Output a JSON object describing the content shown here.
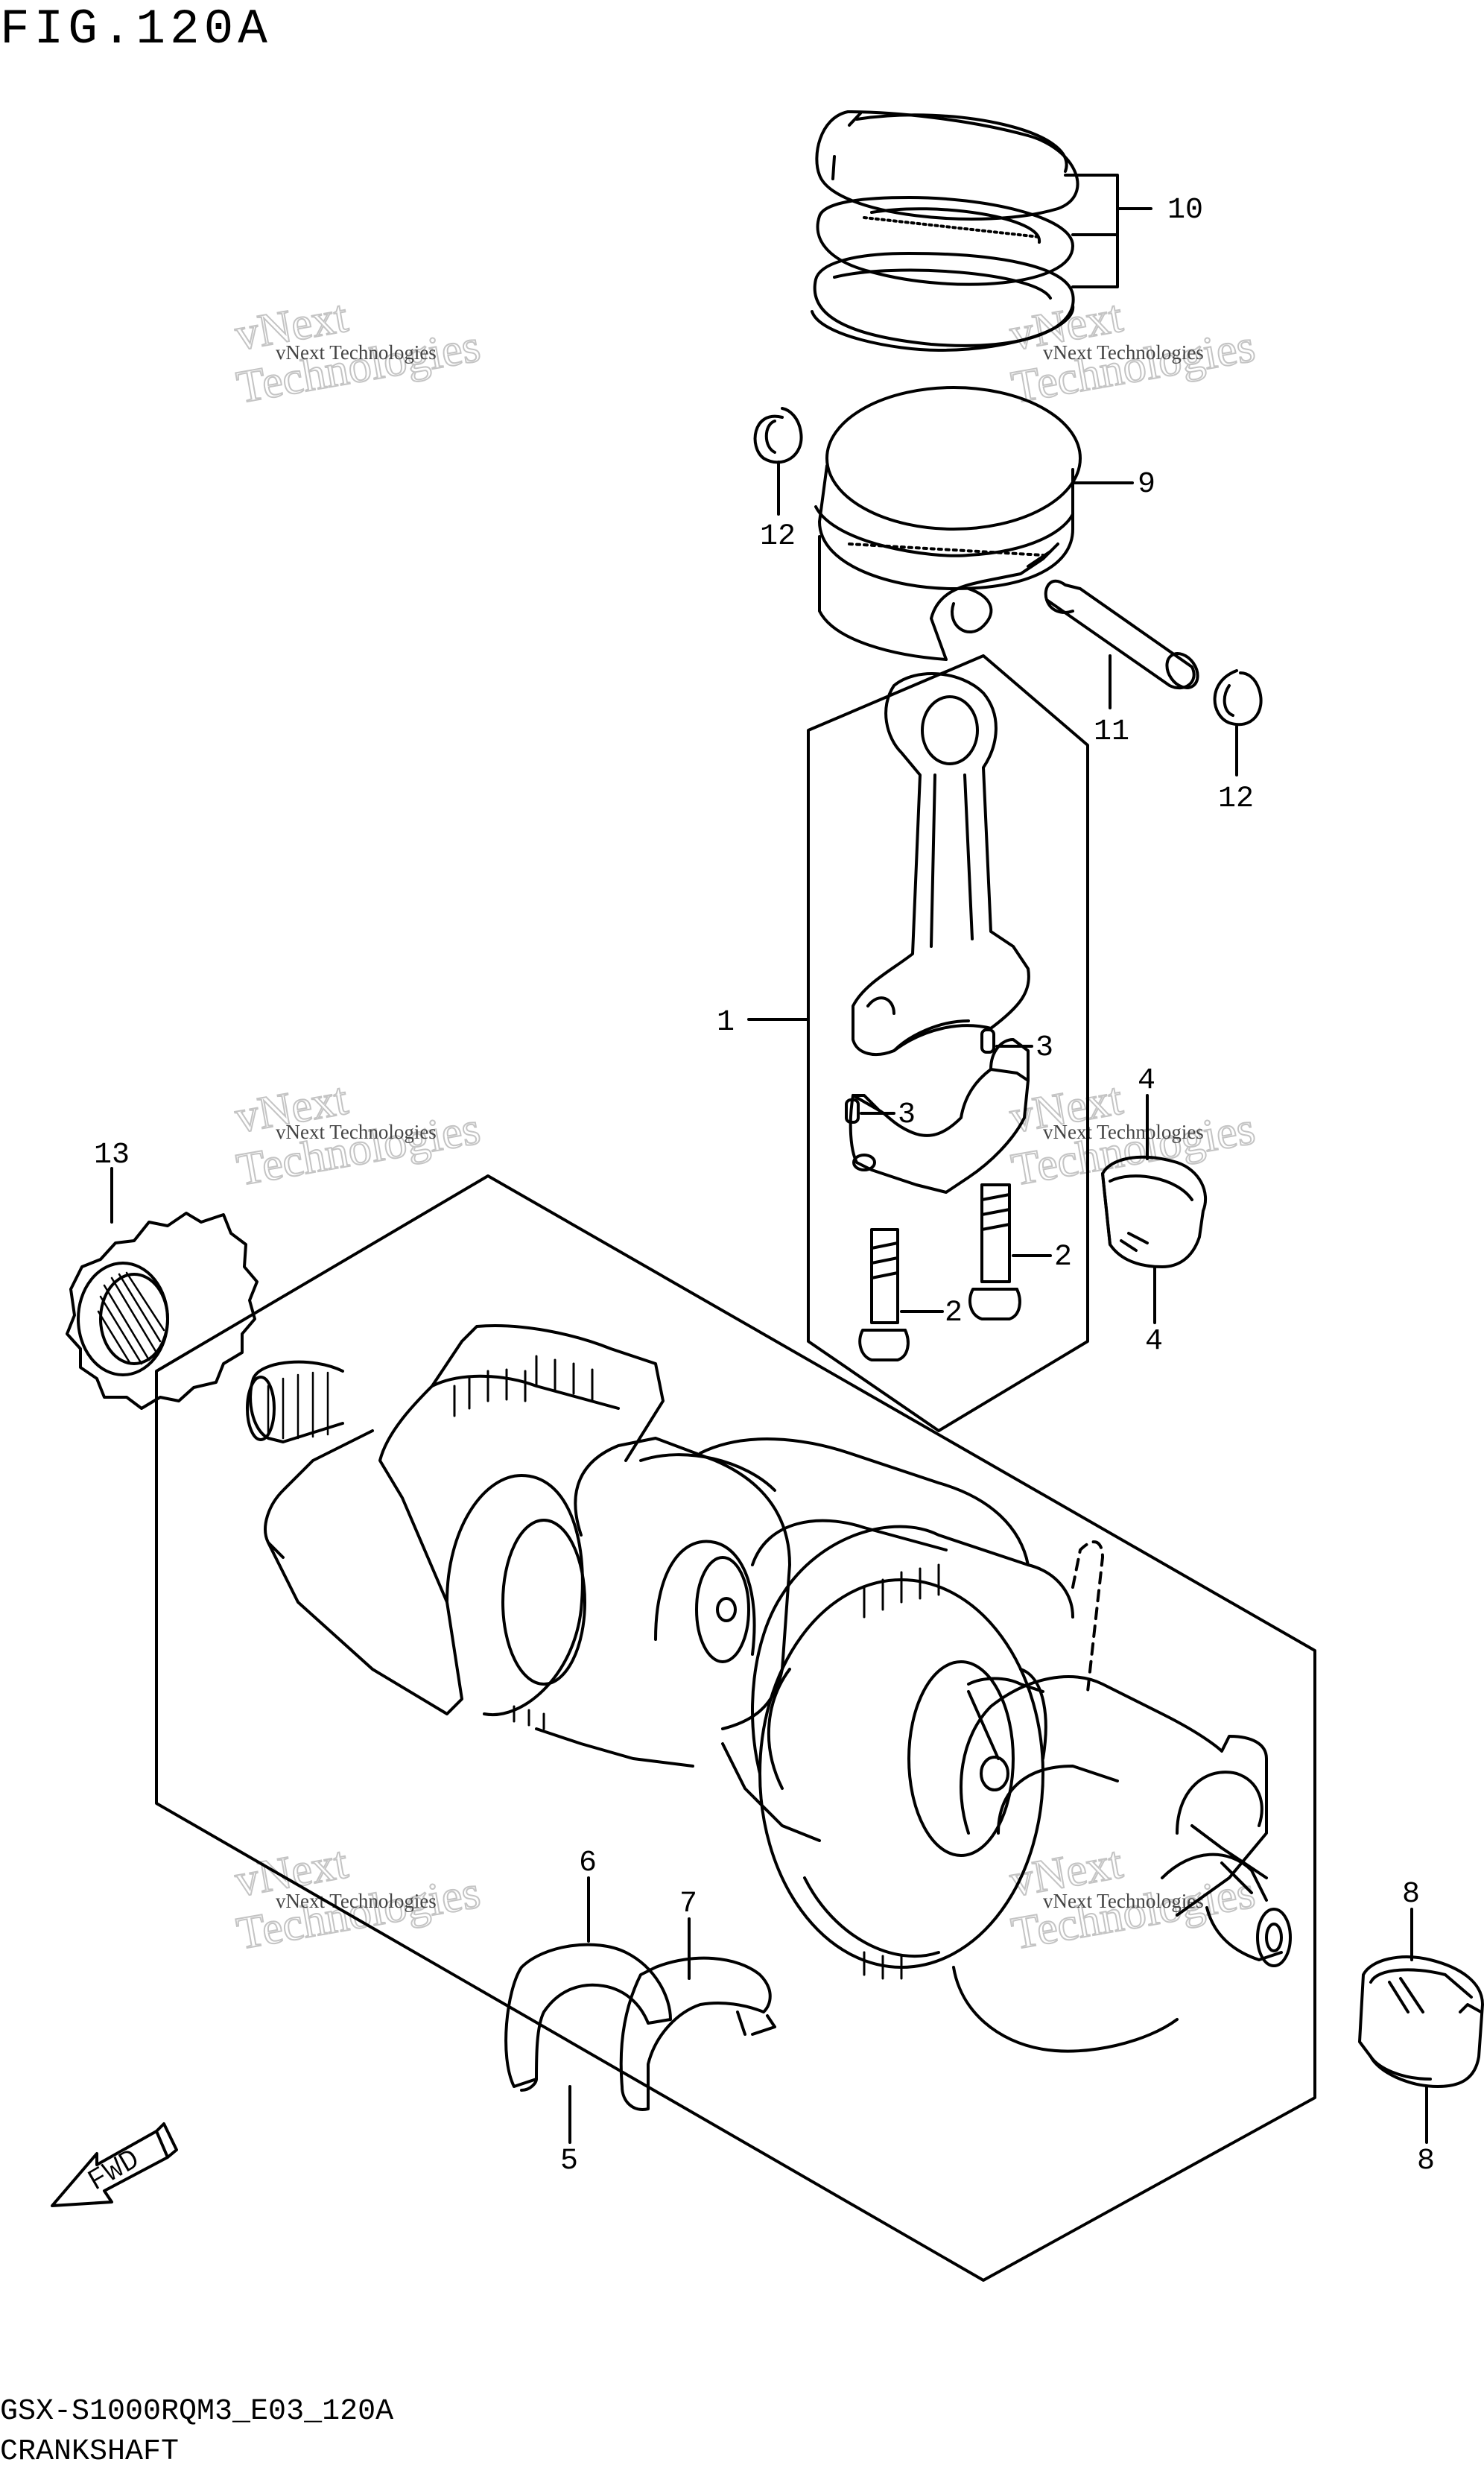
{
  "figure": {
    "title": "FIG.120A",
    "code": "GSX-S1000RQM3_E03_120A",
    "name": "CRANKSHAFT"
  },
  "watermark": {
    "line1": "vNext Technologies",
    "big1": "vNext",
    "big2": "Technologies"
  },
  "labels": {
    "l1": "1",
    "l2a": "2",
    "l2b": "2",
    "l3a": "3",
    "l3b": "3",
    "l4a": "4",
    "l4b": "4",
    "l5": "5",
    "l6": "6",
    "l7": "7",
    "l8a": "8",
    "l8b": "8",
    "l9": "9",
    "l10": "10",
    "l11": "11",
    "l12a": "12",
    "l12b": "12",
    "l13": "13"
  },
  "fwd": "FWD",
  "colors": {
    "line": "#000000",
    "watermark": "#bdbdbd"
  }
}
